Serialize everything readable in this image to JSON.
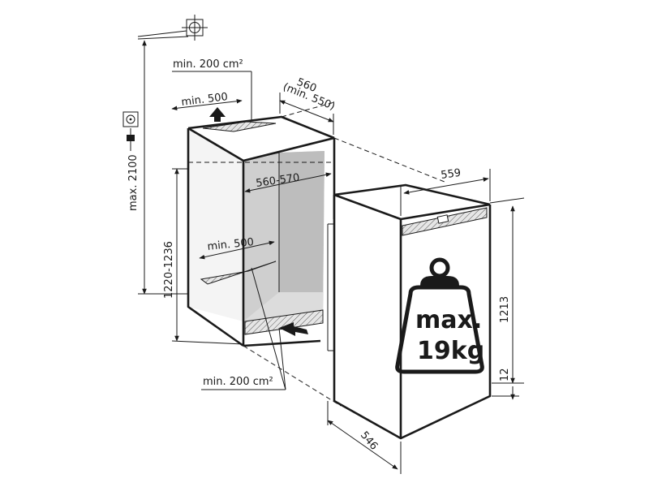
{
  "labels": {
    "vent_top_area": "min. 200 cm²",
    "vent_top_width": "min. 500",
    "niche_depth": "560",
    "niche_depth_min": "(min. 550)",
    "niche_width": "560-570",
    "max_height": "max. 2100",
    "niche_height": "1220-1236",
    "vent_bottom_width": "min. 500",
    "vent_bottom_area": "min. 200 cm²",
    "appliance_width": "559",
    "appliance_height": "1213",
    "plinth": "12",
    "appliance_depth": "546",
    "max_load_line1": "max.",
    "max_load_line2": "19kg"
  },
  "icons": [
    "crosshair-symbol-icon",
    "power-socket-icon",
    "air-flow-arrow-icon",
    "weight-icon"
  ]
}
